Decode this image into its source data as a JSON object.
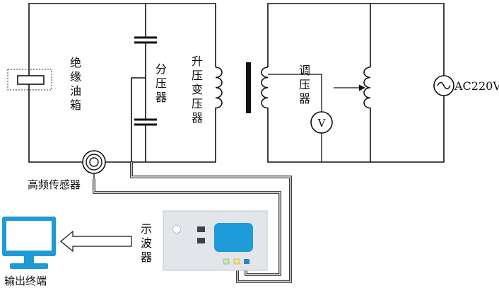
{
  "labels": {
    "oil": [
      "绝",
      "缘",
      "油",
      "箱"
    ],
    "divider": [
      "分",
      "压",
      "器"
    ],
    "step_up": [
      "升",
      "压",
      "变",
      "压",
      "器"
    ],
    "regulator": [
      "调",
      "压",
      "器"
    ],
    "oscilloscope": [
      "示",
      "波",
      "器"
    ],
    "source": "AC220V",
    "hf_sensor": "高频传感器",
    "output": "输出终端",
    "voltmeter": "V"
  },
  "colors": {
    "wire": "#111111",
    "scope_body": "#e2e6ea",
    "scope_screen": "#1e9bd9",
    "scope_button": "#3d4148",
    "monitor": "#1f9ad6",
    "led_green": "#c7e6a8",
    "led_yellow": "#f2e08a",
    "led_blue": "#2a86c8"
  },
  "icons": {
    "source": "ac-source-icon",
    "monitor": "computer-monitor-icon",
    "arrow": "hollow-arrow-left-icon",
    "sensor": "hf-sensor-icon"
  }
}
